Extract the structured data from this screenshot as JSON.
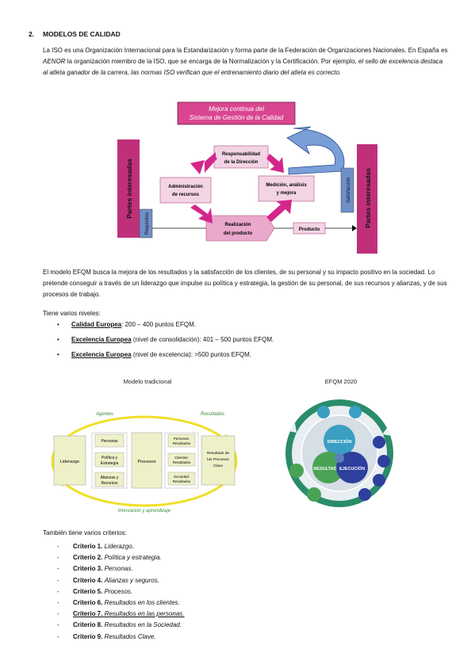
{
  "section": {
    "number": "2.",
    "title": "MODELOS DE CALIDAD"
  },
  "intro": {
    "part1": "La ISO es una Organización Internacional para la Estandarización y forma parte de la Federación de Organizaciones Nacionales. En España es ",
    "aenor": "AENOR",
    "part2": " la organización miembro de la ISO, que se encarga de la Normalización y la Certificación. Por ejemplo, ",
    "example": "el sello de excelencia destaca al atleta ganador de la carrera, las normas ISO verifican que el entrenamiento diario del atleta es correcto."
  },
  "iso_diagram": {
    "title_line1": "Mejora continua del",
    "title_line2": "Sistema de Gestión de la Calidad",
    "left_bar": "Partes interesadas",
    "left_sub": "Requisitos",
    "right_bar": "Partes interesadas",
    "right_sub": "Satisfacción",
    "resp1": "Responsabilidad",
    "resp2": "de la Dirección",
    "adm1": "Administración",
    "adm2": "de recursos",
    "med1": "Medición, análisis",
    "med2": "y mejora",
    "real1": "Realización",
    "real2": "del producto",
    "producto": "Producto"
  },
  "efqm": {
    "text": "El modelo EFQM busca la mejora de los resultados y la satisfacción de los clientes, de su personal y su impacto positivo en la sociedad. Lo pretende conseguir a través de un liderazgo que impulse su política y estrategia, la gestión de su personal, de sus recursos y alianzas, y de sus procesos de trabajo.",
    "levels_lead": "Tiene varios niveles:",
    "levels": [
      {
        "name": "Calidad Europea",
        "detail": ": 200 – 400 puntos EFQM."
      },
      {
        "name": "Excelencia Europea",
        "detail": " (nivel de consolidación): 401 – 500 puntos EFQM."
      },
      {
        "name": "Excelencia Europea",
        "detail": " (nivel de excelencia): >500 puntos EFQM."
      }
    ]
  },
  "traditional_model": {
    "caption": "Modelo tradicional",
    "agentes": "Agentes",
    "resultados": "Resultados",
    "liderazgo": "Liderazgo",
    "personas": "Personas",
    "politica1": "Política y",
    "politica2": "Estrategia",
    "alianzas1": "Alianzas y",
    "alianzas2": "Recursos",
    "procesos": "Procesos",
    "rp1": "Personas:",
    "rp2": "Resultados",
    "rc1": "Clientes:",
    "rc2": "Resultados",
    "rs1": "Sociedad:",
    "rs2": "Resultados",
    "rk1": "Resultado de",
    "rk2": "los Procesos",
    "rk3": "Clave",
    "innovacion": "Innovación y aprendizaje"
  },
  "efqm2020": {
    "caption": "EFQM 2020",
    "direccion": "DIRECCIÓN",
    "ejecucion": "EJECUCIÓN",
    "resultados": "RESULTADOS"
  },
  "criteria": {
    "lead": "También tiene varios criterios:",
    "items": [
      {
        "label": "Criterio 1.",
        "desc": "Liderazgo."
      },
      {
        "label": "Criterio 2.",
        "desc": "Política y estrategia."
      },
      {
        "label": "Criterio 3.",
        "desc": "Personas."
      },
      {
        "label": "Criterio 4.",
        "desc": "Alianzas y seguros."
      },
      {
        "label": "Criterio 5.",
        "desc": "Procesos."
      },
      {
        "label": "Criterio 6.",
        "desc": "Resultados en los clientes."
      },
      {
        "label": "Criterio 7.",
        "desc": "Resultados en las personas."
      },
      {
        "label": "Criterio 8.",
        "desc": "Resultados en la Sociedad."
      },
      {
        "label": "Criterio 9.",
        "desc": "Resultados Clave."
      }
    ]
  },
  "colors": {
    "magenta": "#c0307a",
    "pink": "#e8b8d2",
    "lightpink": "#f3d4e4",
    "blue": "#6f8fc9",
    "yellow": "#f2e866",
    "green": "#4aa354",
    "navy": "#2f3f9e",
    "teal": "#3a9fc2"
  }
}
